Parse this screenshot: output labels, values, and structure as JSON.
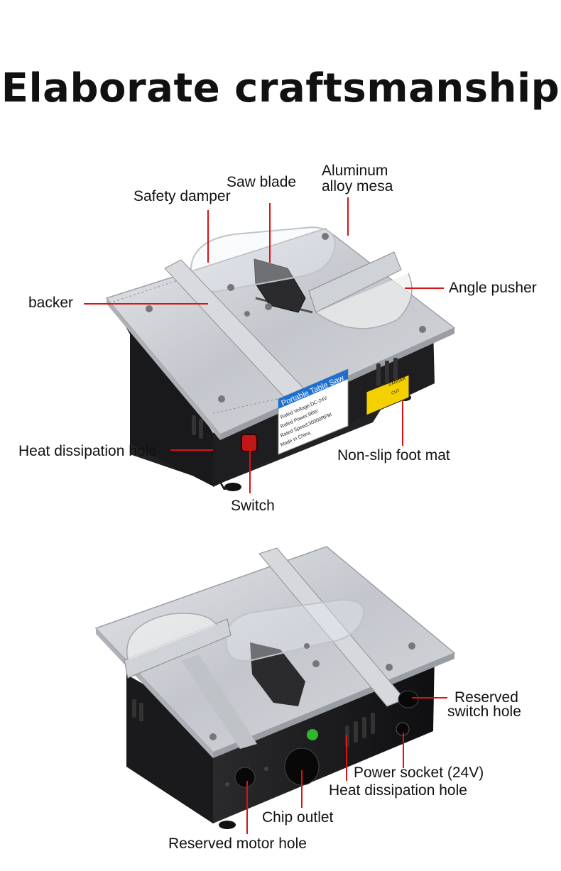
{
  "title": "Elaborate craftsmanship",
  "product_label": {
    "name": "Portable Table Saw",
    "voltage": "Rated Voltage:DC-24V",
    "power": "Rated Power:96W",
    "speed": "Rated Speed:30000RPM",
    "origin": "Made in China"
  },
  "warning_sticker": {
    "header": "DANGER",
    "word": "CUT"
  },
  "callouts_top": {
    "saw_blade": "Saw blade",
    "aluminum_line1": "Aluminum",
    "aluminum_line2": "alloy mesa",
    "safety_damper": "Safety damper",
    "backer": "backer",
    "angle_pusher": "Angle pusher",
    "heat_dissipation": "Heat dissipation hole",
    "non_slip": "Non-slip foot mat",
    "switch": "Switch"
  },
  "callouts_bottom": {
    "reserved_switch_line1": "Reserved",
    "reserved_switch_line2": "switch hole",
    "power_socket": "Power socket (24V)",
    "heat_dissipation": "Heat dissipation hole",
    "chip_outlet": "Chip outlet",
    "reserved_motor": "Reserved motor hole"
  },
  "colors": {
    "callout_line": "#dd1111",
    "aluminum": "#c9ccd1",
    "body": "#1a1a1c"
  }
}
